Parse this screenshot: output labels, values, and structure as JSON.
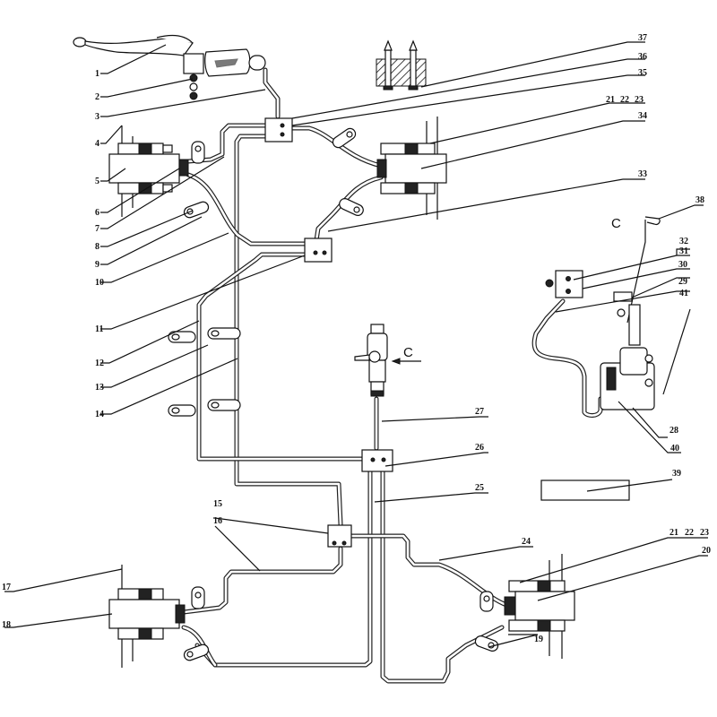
{
  "diagram": {
    "title": "Hydraulic brake system exploded view",
    "view_label": "C",
    "arrow_label": "C",
    "callouts": [
      {
        "id": "c1",
        "text": "1"
      },
      {
        "id": "c2",
        "text": "2"
      },
      {
        "id": "c3",
        "text": "3"
      },
      {
        "id": "c4",
        "text": "4"
      },
      {
        "id": "c5",
        "text": "5"
      },
      {
        "id": "c6",
        "text": "6"
      },
      {
        "id": "c7",
        "text": "7"
      },
      {
        "id": "c8",
        "text": "8"
      },
      {
        "id": "c9",
        "text": "9"
      },
      {
        "id": "c10",
        "text": "10"
      },
      {
        "id": "c11",
        "text": "11"
      },
      {
        "id": "c12",
        "text": "12"
      },
      {
        "id": "c13",
        "text": "13"
      },
      {
        "id": "c14",
        "text": "14"
      },
      {
        "id": "c15",
        "text": "15"
      },
      {
        "id": "c16",
        "text": "16"
      },
      {
        "id": "c17",
        "text": "17"
      },
      {
        "id": "c18",
        "text": "18"
      },
      {
        "id": "c19",
        "text": "19"
      },
      {
        "id": "c20",
        "text": "20"
      },
      {
        "id": "c21a",
        "text": "21"
      },
      {
        "id": "c22a",
        "text": "22"
      },
      {
        "id": "c23a",
        "text": "23"
      },
      {
        "id": "c21b",
        "text": "21"
      },
      {
        "id": "c22b",
        "text": "22"
      },
      {
        "id": "c23b",
        "text": "23"
      },
      {
        "id": "c24",
        "text": "24"
      },
      {
        "id": "c25",
        "text": "25"
      },
      {
        "id": "c26",
        "text": "26"
      },
      {
        "id": "c27",
        "text": "27"
      },
      {
        "id": "c28",
        "text": "28"
      },
      {
        "id": "c29",
        "text": "29"
      },
      {
        "id": "c30",
        "text": "30"
      },
      {
        "id": "c31",
        "text": "31"
      },
      {
        "id": "c32",
        "text": "32"
      },
      {
        "id": "c33",
        "text": "33"
      },
      {
        "id": "c34",
        "text": "34"
      },
      {
        "id": "c35",
        "text": "35"
      },
      {
        "id": "c36",
        "text": "36"
      },
      {
        "id": "c37",
        "text": "37"
      },
      {
        "id": "c38",
        "text": "38"
      },
      {
        "id": "c39",
        "text": "39"
      },
      {
        "id": "c40",
        "text": "40"
      },
      {
        "id": "c41",
        "text": "41"
      }
    ]
  }
}
